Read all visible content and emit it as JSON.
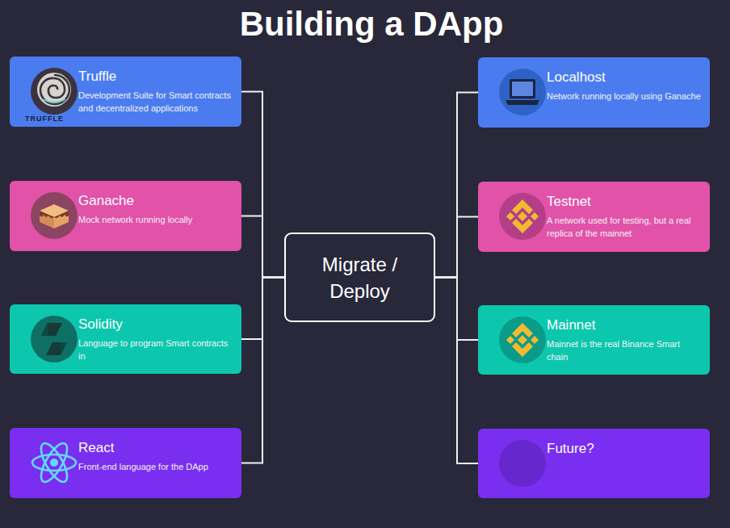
{
  "diagram": {
    "title": "Building a DApp",
    "nodes": [
      {
        "text": [
          "Truffle",
          "Development Suite for Smart contracts and decentralized applications"
        ]
      },
      {
        "text": [
          "Ganache",
          "Mock network running locally"
        ]
      },
      {
        "text": [
          "Solidity",
          "Language to program Smart contracts in"
        ]
      },
      {
        "text": [
          "React",
          "Front-end language for the DApp"
        ]
      },
      {
        "text": [
          "Migrate / Deploy"
        ]
      },
      {
        "text": [
          "Localhost",
          "Network running locally using Ganache"
        ]
      },
      {
        "text": [
          "Testnet",
          "A network used for testing, but a real replica of the mainnet"
        ]
      },
      {
        "text": [
          "Mainnet",
          "Mainnet is the real Binance Smart chain"
        ]
      },
      {
        "text": [
          "Future?"
        ]
      }
    ],
    "edges": [
      {
        "from": 0,
        "to": 4,
        "arrow": "none"
      },
      {
        "from": 1,
        "to": 4,
        "arrow": "none"
      },
      {
        "from": 2,
        "to": 4,
        "arrow": "none"
      },
      {
        "from": 3,
        "to": 4,
        "arrow": "none"
      },
      {
        "from": 4,
        "to": 5,
        "arrow": "none"
      },
      {
        "from": 4,
        "to": 6,
        "arrow": "none"
      },
      {
        "from": 4,
        "to": 7,
        "arrow": "none"
      },
      {
        "from": 4,
        "to": 8,
        "arrow": "none"
      }
    ],
    "labels": [
      "TRUFFLE"
    ]
  }
}
